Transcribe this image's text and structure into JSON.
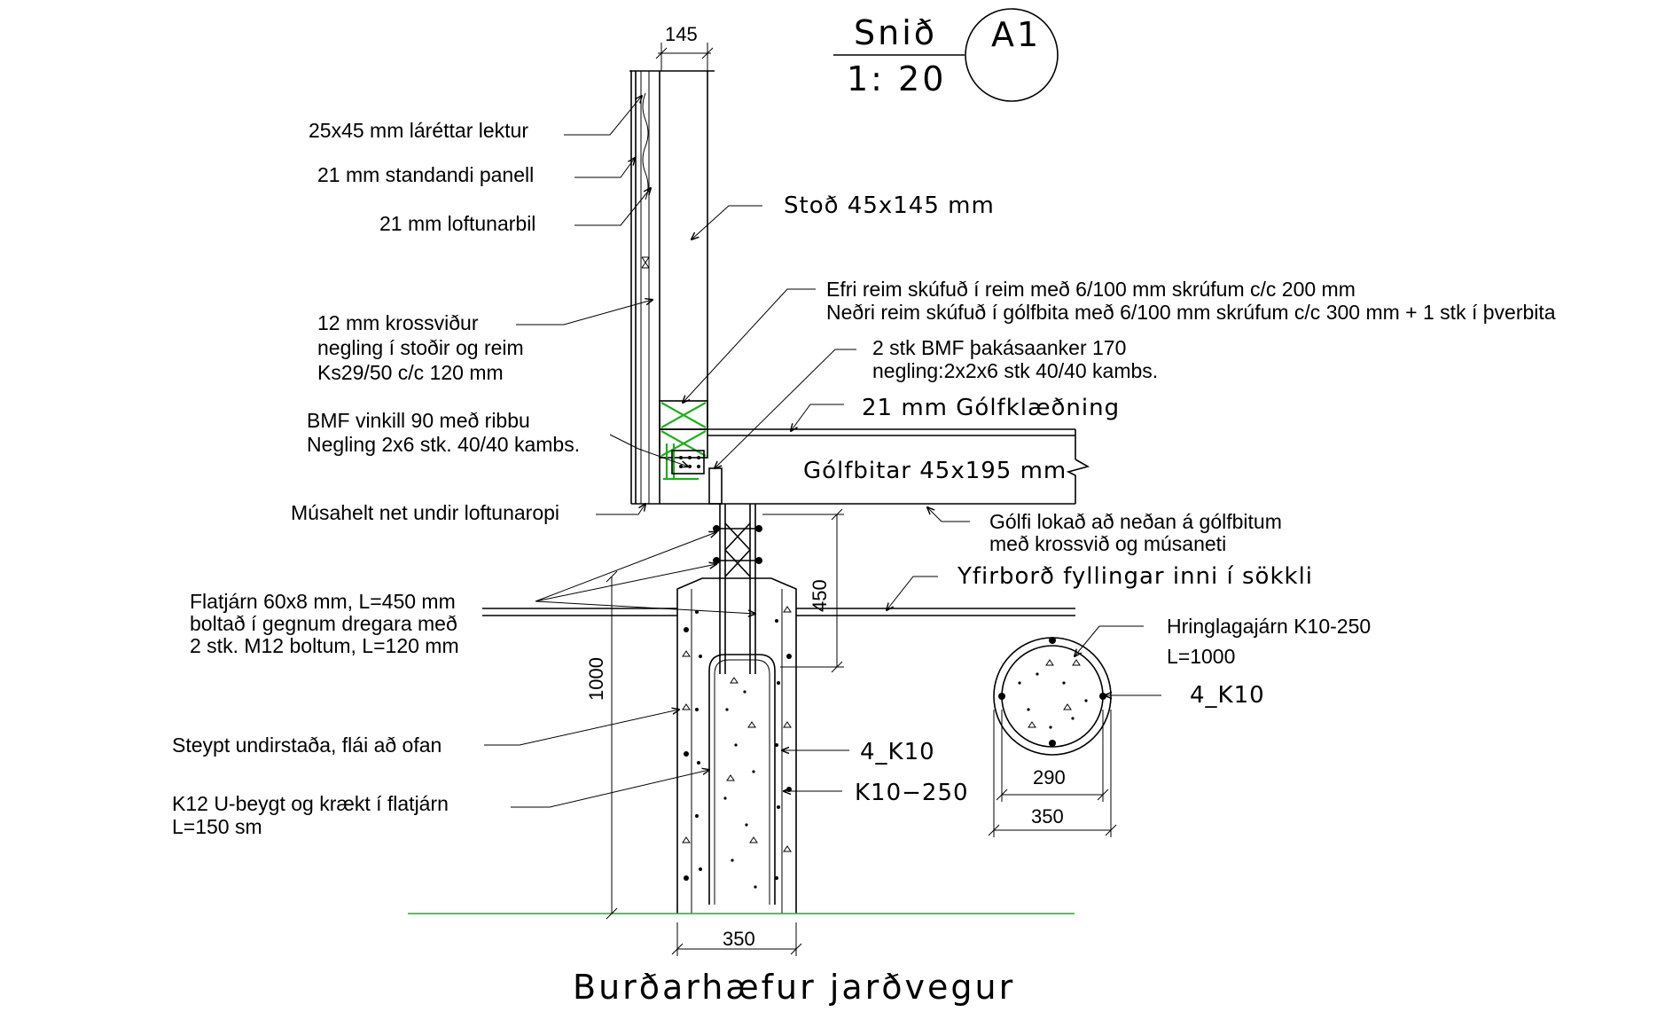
{
  "title_block": {
    "title": "Snið",
    "scale": "1: 20",
    "tag": "A1"
  },
  "labels": {
    "lektur": "25x45 mm láréttar lektur",
    "panell": "21 mm standandi panell",
    "loftunarbil": "21 mm loftunarbil",
    "stod": "Stoð 45x145 mm",
    "krossvidur_1": "12 mm krossviður",
    "krossvidur_2": "negling í stoðir og reim",
    "krossvidur_3": "Ks29/50 c/c 120 mm",
    "reim_1": "Efri reim skúfuð í reim með 6/100 mm skrúfum c/c 200 mm",
    "reim_2": "Neðri reim skúfuð í gólfbita með 6/100 mm skrúfum c/c 300 mm + 1 stk í þverbita",
    "bmf_anker_1": "2 stk BMF þakásaanker 170",
    "bmf_anker_2": "negling:2x2x6 stk 40/40 kambs.",
    "golfklaedning": "21 mm Gólfklæðning",
    "vinkill_1": "BMF vinkill 90 með ribbu",
    "vinkill_2": "Negling 2x6 stk. 40/40 kambs.",
    "golfbitar": "Gólfbitar 45x195 mm",
    "musahelt": "Músahelt net undir loftunaropi",
    "golfi_1": "Gólfi lokað að neðan á gólfbitum",
    "golfi_2": "með krossvið og músaneti",
    "yfirbord": "Yfirborð fyllingar inni í sökkli",
    "flatjarn_1": "Flatjárn 60x8 mm, L=450 mm",
    "flatjarn_2": "boltað í gegnum dregara með",
    "flatjarn_3": "2 stk. M12 boltum, L=120 mm",
    "hringlagajarn": "Hringlagajárn K10-250",
    "hringlagajarn_len": "L=1000",
    "k10_circle": "4_K10",
    "steypt": "Steypt undirstaða, flái að ofan",
    "k10_side": "4_K10",
    "k10_250": "K10−250",
    "k12_1": "K12 U-beygt og krækt í flatjárn",
    "k12_2": "L=150 sm",
    "burdarhaefur": "Burðarhæfur jarðvegur"
  },
  "dimensions": {
    "wall_width": "145",
    "anchor_length": "450",
    "footing_height": "1000",
    "footing_width": "350",
    "ring_inner": "290",
    "ring_outer": "350"
  }
}
